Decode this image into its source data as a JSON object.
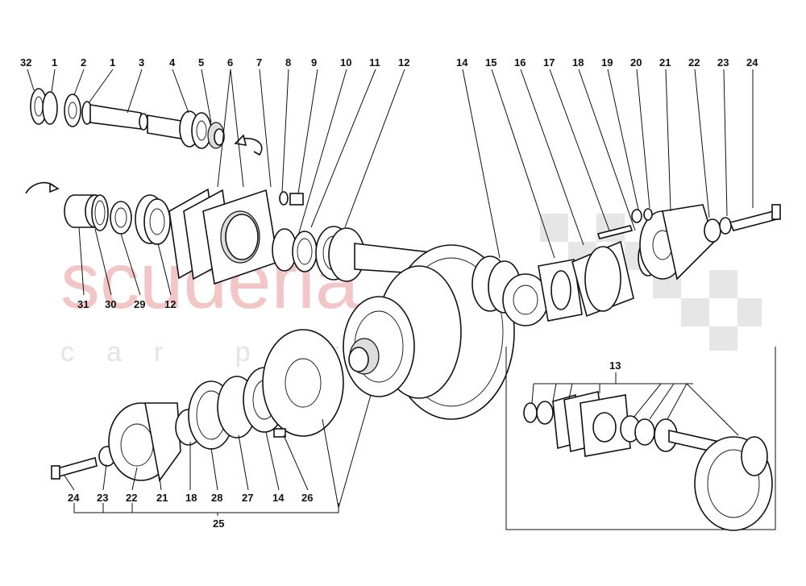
{
  "watermark": {
    "brand": "scuderia",
    "sub": "car parts"
  },
  "colors": {
    "watermark_text": "#f2c6c6",
    "watermark_checker": "#e6e6e6",
    "line": "#111111"
  },
  "callouts_top_left": [
    "32",
    "1",
    "2",
    "1",
    "3",
    "4",
    "5",
    "6",
    "7",
    "8",
    "9",
    "10",
    "11",
    "12"
  ],
  "callouts_top_right": [
    "14",
    "15",
    "16",
    "17",
    "18",
    "19",
    "20",
    "21",
    "22",
    "23",
    "24"
  ],
  "callouts_mid_left": [
    "31",
    "30",
    "29",
    "12"
  ],
  "callouts_bottom": [
    "24",
    "23",
    "22",
    "21",
    "18",
    "28",
    "27",
    "14",
    "26"
  ],
  "callout_group_bottom": "25",
  "inset": {
    "callout": "13"
  }
}
